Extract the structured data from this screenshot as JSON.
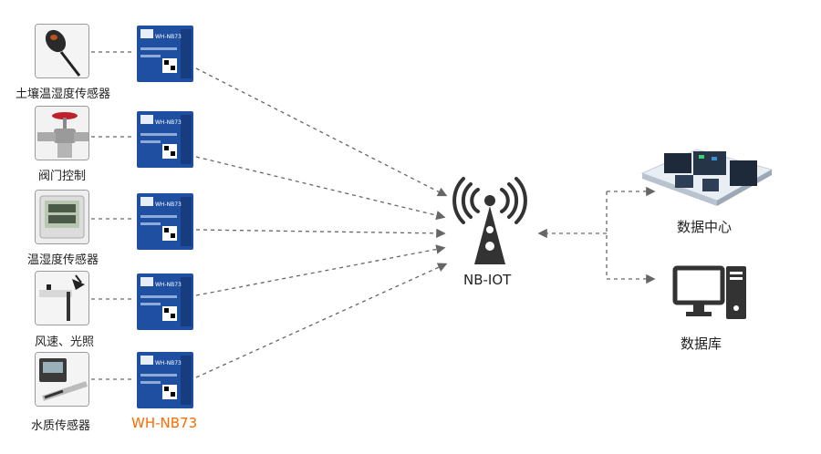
{
  "devices": [
    {
      "label": "土壤温湿度传感器",
      "icon": "soil-probe-icon"
    },
    {
      "label": "阀门控制",
      "icon": "valve-icon"
    },
    {
      "label": "温湿度传感器",
      "icon": "thermo-hygrometer-icon"
    },
    {
      "label": "风速、光照",
      "icon": "anemometer-icon"
    },
    {
      "label": "水质传感器",
      "icon": "water-quality-icon"
    }
  ],
  "module": {
    "name": "WH-NB73",
    "chip_text": "WH-NB73",
    "caption": "WH-NB73"
  },
  "network": {
    "label": "NB-IOT",
    "icon": "cell-tower-icon"
  },
  "targets": [
    {
      "label": "数据中心",
      "icon": "data-center-icon"
    },
    {
      "label": "数据库",
      "icon": "computer-icon"
    }
  ],
  "colors": {
    "module_blue": "#1f4fa0",
    "caption_orange": "#ff6a00",
    "line_gray": "#666666",
    "icon_dark": "#333333"
  }
}
